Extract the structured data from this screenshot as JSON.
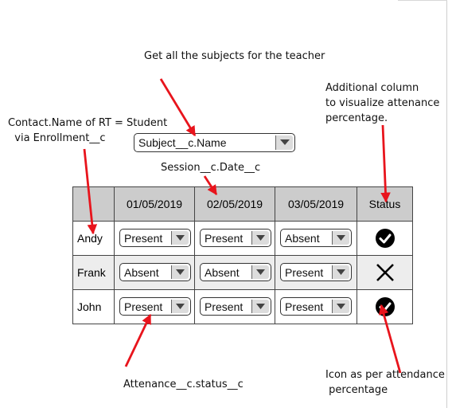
{
  "annotations": {
    "subjects": "Get all the subjects for the teacher",
    "contact": "Contact.Name of RT = Student\n  via Enrollment__c",
    "session": "Session__c.Date__c",
    "additional": "Additional column\nto visualize attenance\npercentage.",
    "attendance": "Attenance__c.status__c",
    "icon": "Icon as per attendance\n percentage"
  },
  "subject_select": {
    "value": "Subject__c.Name"
  },
  "table": {
    "columns": [
      "",
      "01/05/2019",
      "02/05/2019",
      "03/05/2019",
      "Status"
    ],
    "rows": [
      {
        "name": "Andy",
        "values": [
          "Present",
          "Present",
          "Absent"
        ],
        "status_icon": "check-circle-icon"
      },
      {
        "name": "Frank",
        "values": [
          "Absent",
          "Absent",
          "Present"
        ],
        "status_icon": "cross-icon"
      },
      {
        "name": "John",
        "values": [
          "Present",
          "Present",
          "Present"
        ],
        "status_icon": "check-circle-icon"
      }
    ]
  },
  "colors": {
    "arrow": "#e8141c",
    "header_bg": "#cccccc",
    "alt_row_bg": "#ededed"
  }
}
